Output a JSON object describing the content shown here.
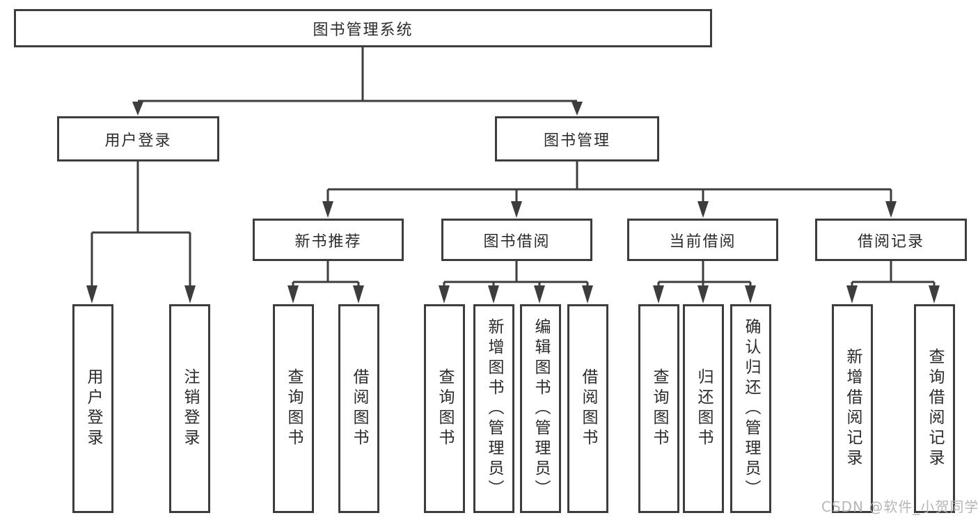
{
  "diagram": {
    "type": "hierarchy-tree",
    "tree": {
      "label": "图书管理系统",
      "children": [
        {
          "label": "用户登录",
          "children": [
            {
              "label": "用户登录"
            },
            {
              "label": "注销登录"
            }
          ]
        },
        {
          "label": "图书管理",
          "children": [
            {
              "label": "新书推荐",
              "children": [
                {
                  "label": "查询图书"
                },
                {
                  "label": "借阅图书"
                }
              ]
            },
            {
              "label": "图书借阅",
              "children": [
                {
                  "label": "查询图书"
                },
                {
                  "label": "新增图书（管理员）"
                },
                {
                  "label": "编辑图书（管理员）"
                },
                {
                  "label": "借阅图书"
                }
              ]
            },
            {
              "label": "当前借阅",
              "children": [
                {
                  "label": "查询图书"
                },
                {
                  "label": "归还图书"
                },
                {
                  "label": "确认归还（管理员）"
                }
              ]
            },
            {
              "label": "借阅记录",
              "children": [
                {
                  "label": "新增借阅记录"
                },
                {
                  "label": "查询借阅记录"
                }
              ]
            }
          ]
        }
      ]
    }
  },
  "watermark": {
    "text": "CSDN @软件_小贺同学"
  },
  "colors": {
    "line": "#3d3d3d",
    "text": "#2b2b2b",
    "background": "#ffffff",
    "watermark": "#b2b2b2"
  }
}
